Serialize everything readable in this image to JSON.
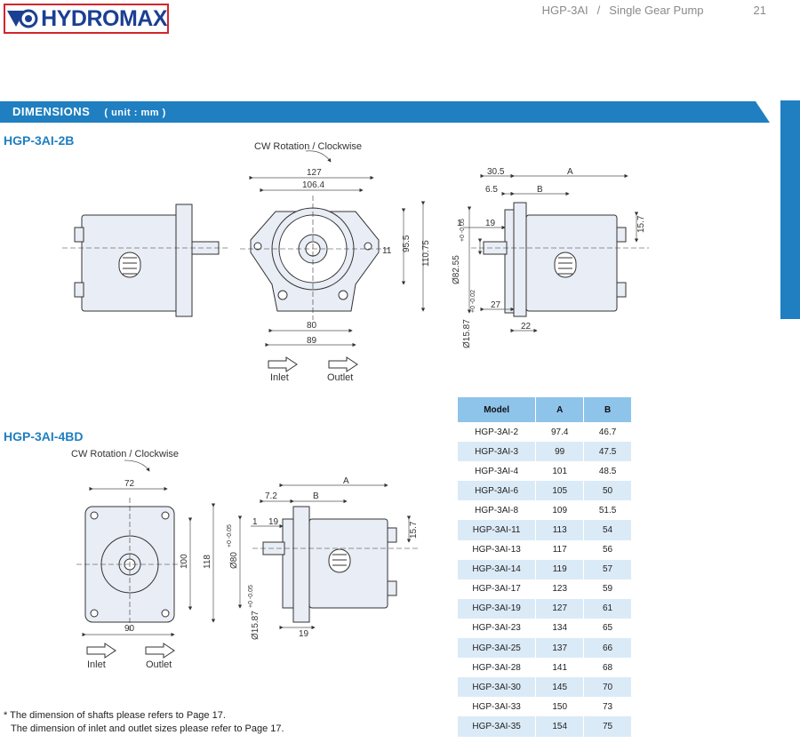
{
  "brand": {
    "name": "HYDROMAX"
  },
  "header": {
    "model": "HGP-3AI",
    "separator": "/",
    "product": "Single Gear Pump",
    "page_number": "21"
  },
  "banner": {
    "title": "DIMENSIONS",
    "unit": "( unit : mm )"
  },
  "colors": {
    "brand_blue": "#1b3f93",
    "brand_red": "#d4252b",
    "accent_blue": "#1f7fc1",
    "table_header": "#8ec3ea",
    "table_alt_row": "#dbeaf7"
  },
  "section_2b": {
    "title": "HGP-3AI-2B",
    "rotation": "CW Rotation / Clockwise",
    "inlet": "Inlet",
    "outlet": "Outlet",
    "dims": {
      "d127": "127",
      "d106_4": "106.4",
      "d11": "11",
      "d95_5": "95.5",
      "d110_75": "110.75",
      "d80": "80",
      "d89": "89",
      "d30_5": "30.5",
      "dA": "A",
      "d6_5": "6.5",
      "dB": "B",
      "d1": "1",
      "d19": "19",
      "d15_7": "15.7",
      "d82_55": "Ø82.55",
      "tol_82": "+0 -0.05",
      "d27": "27",
      "d22": "22",
      "d15_87": "Ø15.87",
      "tol_15": "+0 -0.02"
    }
  },
  "section_4bd": {
    "title": "HGP-3AI-4BD",
    "rotation": "CW Rotation / Clockwise",
    "inlet": "Inlet",
    "outlet": "Outlet",
    "dims": {
      "d72": "72",
      "d100": "100",
      "d118": "118",
      "d90": "90",
      "d7_2": "7.2",
      "dB": "B",
      "dA": "A",
      "d1": "1",
      "d19": "19",
      "d15_7": "15.7",
      "d80": "Ø80",
      "tol_80": "+0 -0.05",
      "d15_87": "Ø15.87",
      "tol_15": "+0 -0.05",
      "d19b": "19"
    }
  },
  "table": {
    "headers": [
      "Model",
      "A",
      "B"
    ],
    "rows": [
      [
        "HGP-3AI-2",
        "97.4",
        "46.7"
      ],
      [
        "HGP-3AI-3",
        "99",
        "47.5"
      ],
      [
        "HGP-3AI-4",
        "101",
        "48.5"
      ],
      [
        "HGP-3AI-6",
        "105",
        "50"
      ],
      [
        "HGP-3AI-8",
        "109",
        "51.5"
      ],
      [
        "HGP-3AI-11",
        "113",
        "54"
      ],
      [
        "HGP-3AI-13",
        "117",
        "56"
      ],
      [
        "HGP-3AI-14",
        "119",
        "57"
      ],
      [
        "HGP-3AI-17",
        "123",
        "59"
      ],
      [
        "HGP-3AI-19",
        "127",
        "61"
      ],
      [
        "HGP-3AI-23",
        "134",
        "65"
      ],
      [
        "HGP-3AI-25",
        "137",
        "66"
      ],
      [
        "HGP-3AI-28",
        "141",
        "68"
      ],
      [
        "HGP-3AI-30",
        "145",
        "70"
      ],
      [
        "HGP-3AI-33",
        "150",
        "73"
      ],
      [
        "HGP-3AI-35",
        "154",
        "75"
      ]
    ]
  },
  "notes": [
    "* The dimension of shafts please refers to Page 17.",
    "The dimension of inlet and outlet sizes please refer to Page 17."
  ]
}
